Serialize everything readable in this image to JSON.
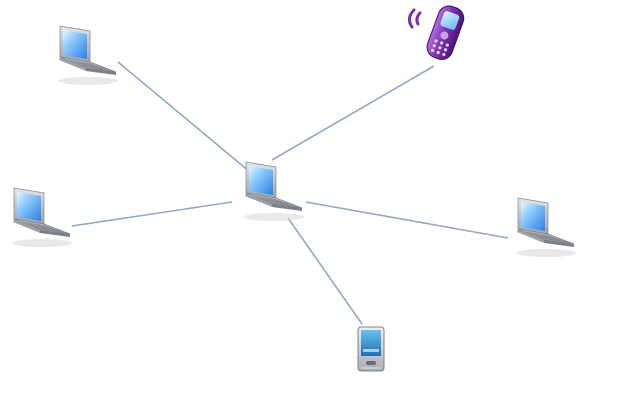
{
  "diagram": {
    "type": "star-network",
    "colors": {
      "background": "#ffffff",
      "link": "#8fa9c2",
      "laptop_body": "#b9bdc3",
      "laptop_screen": "#6fb4ff",
      "phone_body": "#7a2fb0",
      "phone_screen": "#9fd6ff",
      "pda_screen": "#2f8fc9"
    },
    "nodes": [
      {
        "id": "hub",
        "device": "laptop",
        "icon": "laptop-icon",
        "role": "hub"
      },
      {
        "id": "laptop-top-left",
        "device": "laptop",
        "icon": "laptop-icon"
      },
      {
        "id": "laptop-left",
        "device": "laptop",
        "icon": "laptop-icon"
      },
      {
        "id": "laptop-right",
        "device": "laptop",
        "icon": "laptop-icon"
      },
      {
        "id": "mobile-phone",
        "device": "phone",
        "icon": "mobile-phone-icon"
      },
      {
        "id": "pda",
        "device": "pda",
        "icon": "pda-icon"
      }
    ],
    "links": [
      {
        "from": "hub",
        "to": "laptop-top-left"
      },
      {
        "from": "hub",
        "to": "laptop-left"
      },
      {
        "from": "hub",
        "to": "laptop-right"
      },
      {
        "from": "hub",
        "to": "mobile-phone"
      },
      {
        "from": "hub",
        "to": "pda"
      }
    ]
  }
}
